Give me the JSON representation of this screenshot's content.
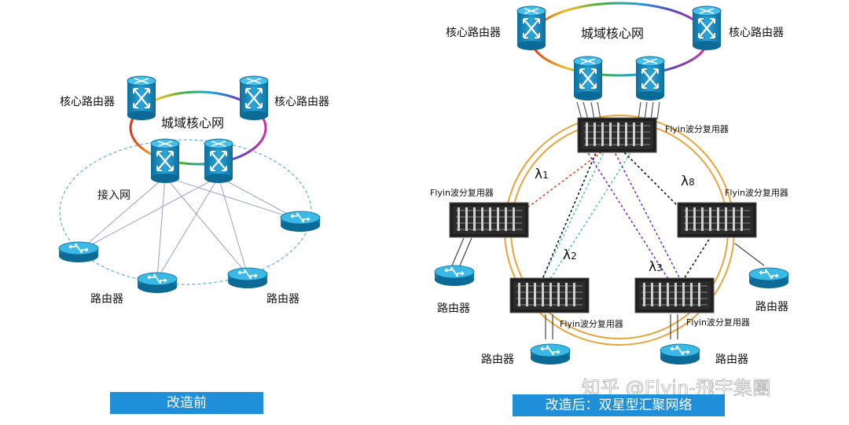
{
  "before": {
    "core_net": "城域核心网",
    "access_net": "接入网",
    "core_router_left": "核心路由器",
    "core_router_right": "核心路由器",
    "router_left": "路由器",
    "router_right": "路由器",
    "caption": "改造前"
  },
  "after": {
    "core_net": "城域核心网",
    "core_router_left": "核心路由器",
    "core_router_right": "核心路由器",
    "wdm_top": "Flyin波分复用器",
    "wdm_left": "Flyin波分复用器",
    "wdm_right": "Flyin波分复用器",
    "wdm_bottom_left": "Flyin波分复用器",
    "wdm_bottom_right": "Flyin波分复用器",
    "lambda1": "λ",
    "lambda1_sub": "1",
    "lambda2": "λ",
    "lambda2_sub": "2",
    "lambda3": "λ",
    "lambda3_sub": "3",
    "lambda8": "λ",
    "lambda8_sub": "8",
    "router_left": "路由器",
    "router_right": "路由器",
    "router_bottom_left": "路由器",
    "router_bottom_right": "路由器",
    "caption": "改造后：双星型汇聚网络"
  },
  "watermark": "知乎 @Flyin-飛宇集團",
  "colors": {
    "bar": "#1f8fd9",
    "device": "#1a8cc0",
    "ring": "#e8a43c",
    "dash": "#5bb0d8"
  }
}
